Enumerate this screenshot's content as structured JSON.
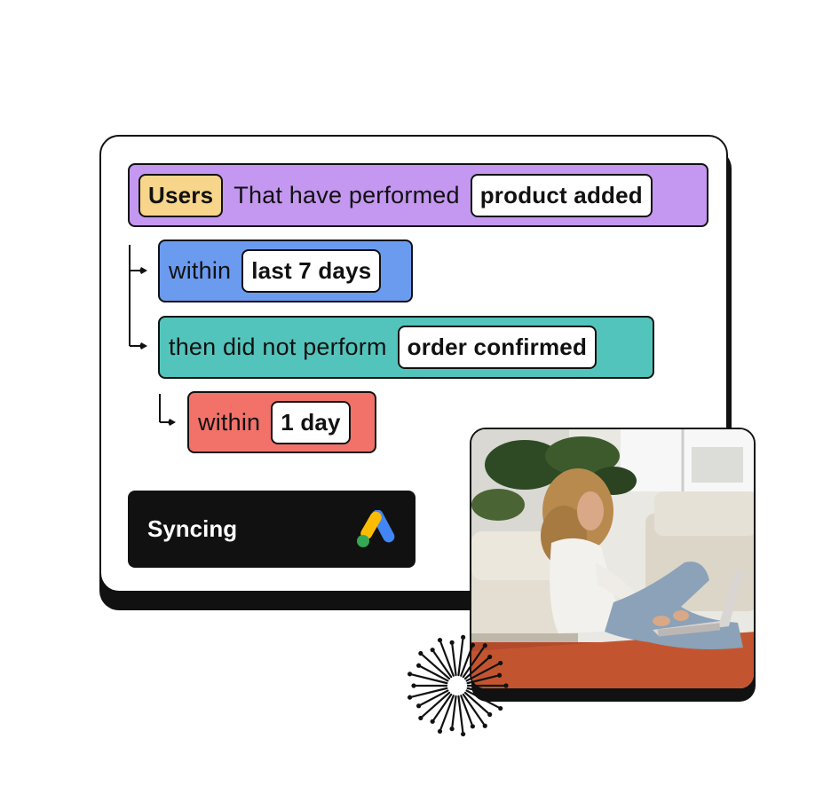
{
  "segment": {
    "subject": "Users",
    "performed_text": "That have performed",
    "event_1": "product added",
    "within_1_text": "within",
    "window_1": "last 7 days",
    "not_performed_text": "then did not perform",
    "event_2": "order confirmed",
    "within_2_text": "within",
    "window_2": "1 day"
  },
  "sync": {
    "status": "Syncing",
    "destination_icon": "google-ads-logo"
  },
  "colors": {
    "users_row": "#c497f1",
    "within_row": "#6b9bef",
    "not_perform_row": "#53c4bb",
    "within_day_row": "#f2726a",
    "users_badge": "#f7d58b"
  }
}
